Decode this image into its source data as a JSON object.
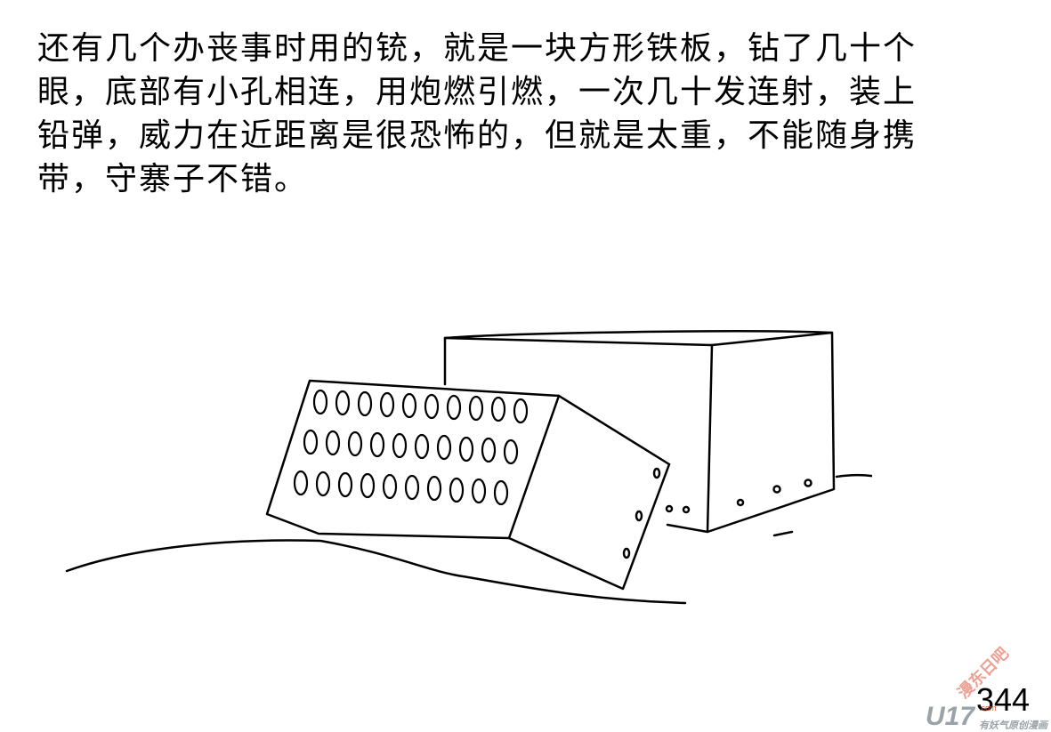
{
  "text": {
    "lines": [
      "还有几个办丧事时用的铳，就是一块方形铁板，钻了几十个",
      "眼，底部有小孔相连，用炮燃引燃，一次几十发连射，装上",
      "铅弹，威力在近距离是很恐怖的，但就是太重，不能随身携",
      "带，守寨子不错。"
    ]
  },
  "illustration": {
    "name": "sketch of two rectangular iron blocks, one drilled with three rows of holes"
  },
  "page_number": "344",
  "watermark": {
    "logo": "U17",
    "domain": ".com",
    "tagline": "有妖气原创漫画",
    "seal": "漫东日吧"
  },
  "colors": {
    "text": "#000000",
    "watermark_gray": "#9aa3a8",
    "watermark_red": "#e0523a"
  }
}
